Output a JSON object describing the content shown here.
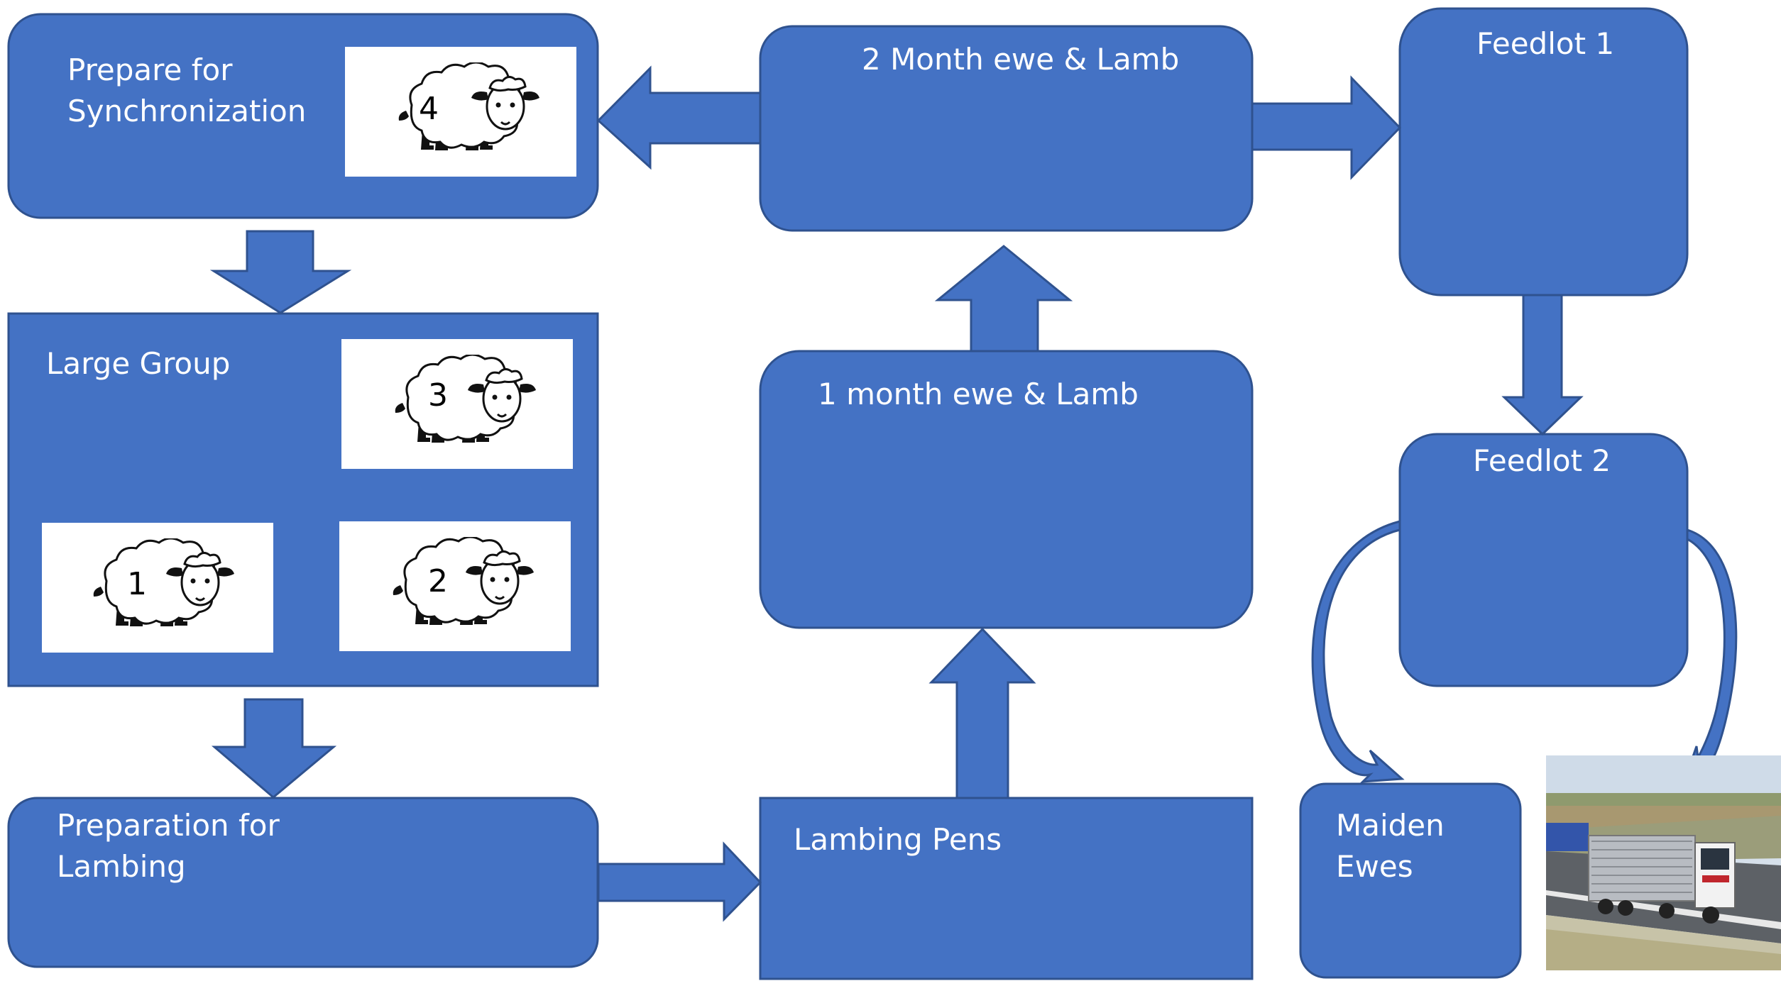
{
  "colors": {
    "box_fill": "#4472C4",
    "box_stroke": "#2F528F",
    "label_text": "#FFFFFF",
    "card_fill": "#FFFFFF"
  },
  "boxes": {
    "prepare_sync": {
      "line1": "Prepare for",
      "line2": "Synchronization"
    },
    "large_group": {
      "label": "Large Group"
    },
    "prep_lambing": {
      "line1": "Preparation for",
      "line2": "Lambing"
    },
    "lambing_pens": {
      "label": "Lambing Pens"
    },
    "one_month": {
      "label": "1 month ewe & Lamb"
    },
    "two_month": {
      "label": "2 Month ewe & Lamb"
    },
    "feedlot1": {
      "label": "Feedlot  1"
    },
    "feedlot2": {
      "label": "Feedlot 2"
    },
    "maiden": {
      "line1": "Maiden",
      "line2": "Ewes"
    }
  },
  "sheep": {
    "s1": "1",
    "s2": "2",
    "s3": "3",
    "s4": "4"
  },
  "icons": {
    "sheep": "sheep-icon",
    "truck_photo": "livestock-truck-photo"
  }
}
